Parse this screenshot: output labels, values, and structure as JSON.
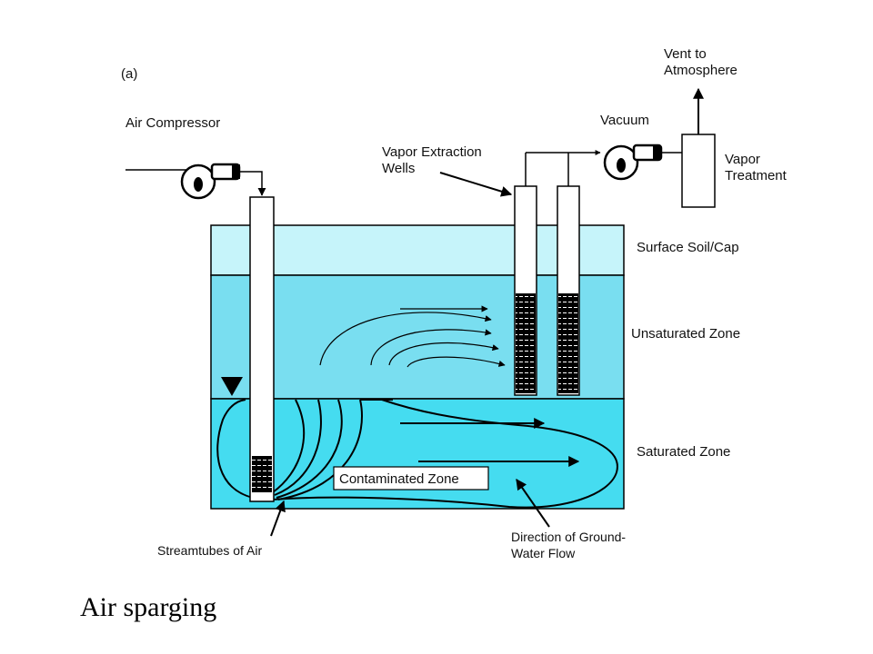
{
  "figure": {
    "panel_label": "(a)",
    "caption": "Air sparging",
    "labels": {
      "air_compressor": "Air Compressor",
      "vacuum": "Vacuum",
      "vent": [
        "Vent to",
        "Atmosphere"
      ],
      "vapor_treatment": [
        "Vapor",
        "Treatment"
      ],
      "vapor_extraction_wells": [
        "Vapor Extraction",
        "Wells"
      ],
      "surface_soil_cap": "Surface Soil/Cap",
      "unsaturated_zone": "Unsaturated Zone",
      "saturated_zone": "Saturated Zone",
      "contaminated_zone": "Contaminated Zone",
      "streamtubes_of_air": "Streamtubes of Air",
      "direction_of_groundwater_flow": [
        "Direction of Ground-",
        "Water Flow"
      ]
    },
    "colors": {
      "surface_soil": "#c6f4fa",
      "unsaturated": "#79def0",
      "saturated": "#45dcf0",
      "outline": "#000000"
    }
  }
}
